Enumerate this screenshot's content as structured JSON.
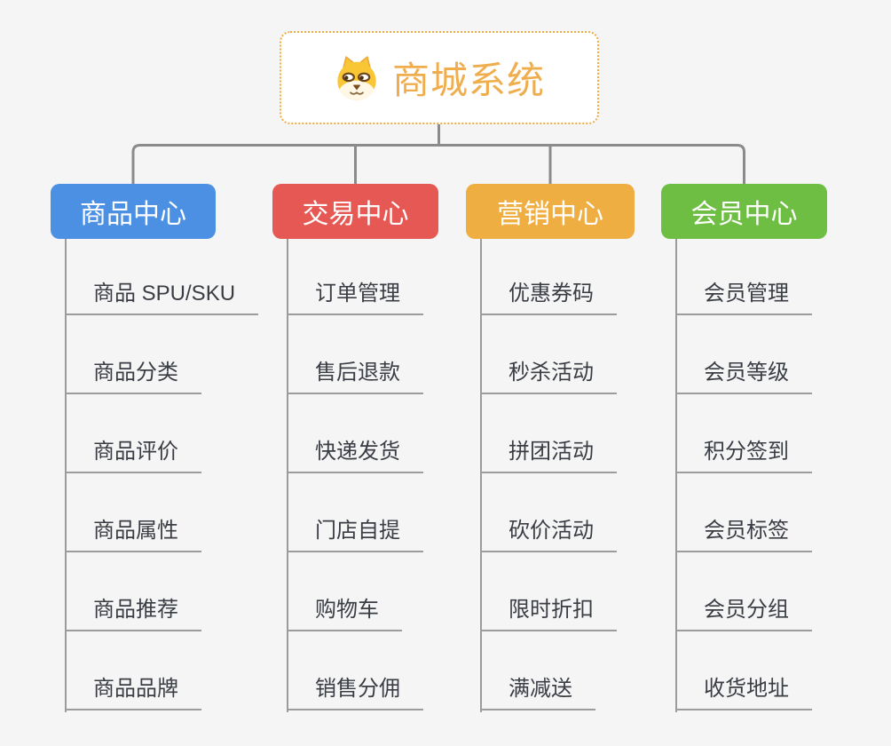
{
  "root": {
    "title": "商城系统",
    "icon": "dog-face-icon"
  },
  "branches": [
    {
      "id": "product-center",
      "label": "商品中心",
      "color": "#4C90E4",
      "items": [
        "商品 SPU/SKU",
        "商品分类",
        "商品评价",
        "商品属性",
        "商品推荐",
        "商品品牌"
      ]
    },
    {
      "id": "trade-center",
      "label": "交易中心",
      "color": "#E65853",
      "items": [
        "订单管理",
        "售后退款",
        "快递发货",
        "门店自提",
        "购物车",
        "销售分佣"
      ]
    },
    {
      "id": "marketing-center",
      "label": "营销中心",
      "color": "#EFAE41",
      "items": [
        "优惠券码",
        "秒杀活动",
        "拼团活动",
        "砍价活动",
        "限时折扣",
        "满减送"
      ]
    },
    {
      "id": "member-center",
      "label": "会员中心",
      "color": "#6FBE44",
      "items": [
        "会员管理",
        "会员等级",
        "积分签到",
        "会员标签",
        "会员分组",
        "收货地址"
      ]
    }
  ],
  "colors": {
    "background": "#F5F5F6",
    "connector": "#8B8B8B",
    "leaf_line": "#9C9C9C",
    "leaf_text": "#3A3E44",
    "root_border": "#F3A93D",
    "root_title": "#F0AD4E",
    "branch_text": "#FFFFFF"
  }
}
